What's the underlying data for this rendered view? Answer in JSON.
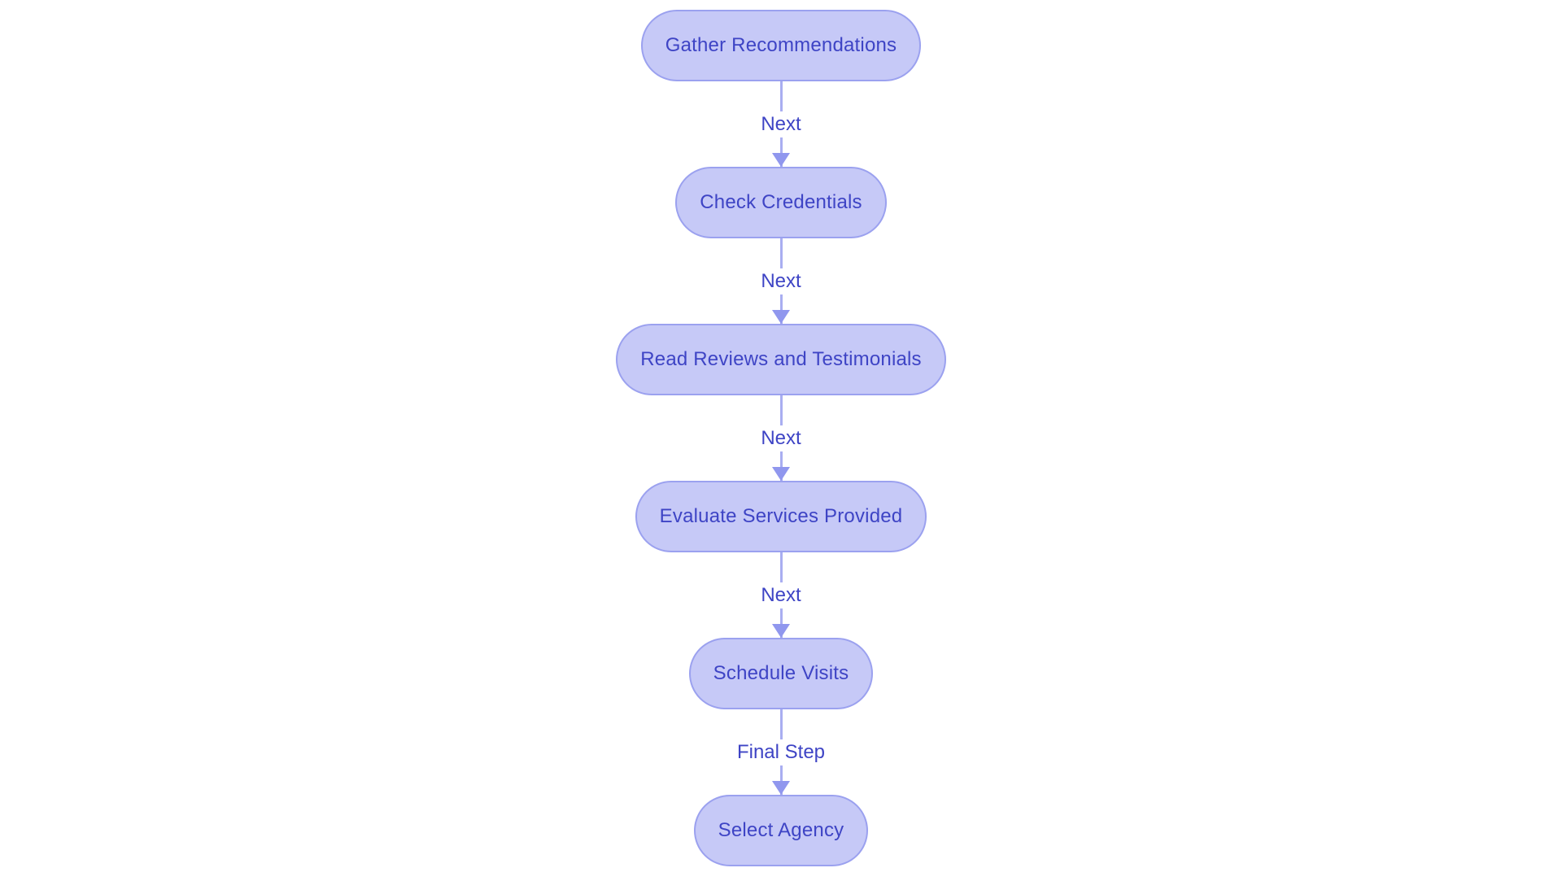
{
  "flowchart": {
    "type": "flowchart",
    "direction": "top-down",
    "nodes": [
      {
        "id": "gather-recommendations",
        "label": "Gather Recommendations"
      },
      {
        "id": "check-credentials",
        "label": "Check Credentials"
      },
      {
        "id": "read-reviews-and-testimonials",
        "label": "Read Reviews and Testimonials"
      },
      {
        "id": "evaluate-services-provided",
        "label": "Evaluate Services Provided"
      },
      {
        "id": "schedule-visits",
        "label": "Schedule Visits"
      },
      {
        "id": "select-agency",
        "label": "Select Agency"
      }
    ],
    "edges": [
      {
        "from": "Gather Recommendations",
        "to": "Check Credentials",
        "label": "Next"
      },
      {
        "from": "Check Credentials",
        "to": "Read Reviews and Testimonials",
        "label": "Next"
      },
      {
        "from": "Read Reviews and Testimonials",
        "to": "Evaluate Services Provided",
        "label": "Next"
      },
      {
        "from": "Evaluate Services Provided",
        "to": "Schedule Visits",
        "label": "Next"
      },
      {
        "from": "Schedule Visits",
        "to": "Select Agency",
        "label": "Final Step"
      }
    ],
    "colors": {
      "node_fill": "#c6c9f7",
      "node_border": "#9ba1ef",
      "node_text": "#3e44c5",
      "edge_line": "#a9aef1",
      "edge_arrowhead": "#9097ee",
      "edge_label_text": "#3e44c5",
      "background": "#ffffff"
    }
  }
}
